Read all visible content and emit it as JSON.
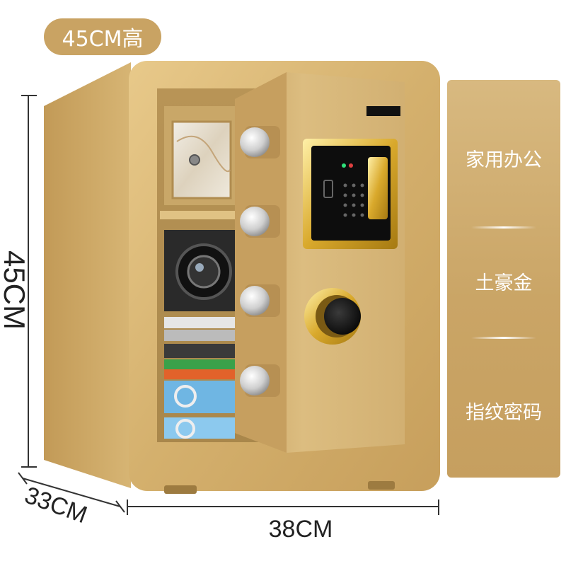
{
  "badge": {
    "label": "45CM高"
  },
  "features": [
    {
      "label": "家用办公"
    },
    {
      "label": "土豪金"
    },
    {
      "label": "指纹密码"
    }
  ],
  "dimensions": {
    "height": "45CM",
    "width": "38CM",
    "depth": "33CM"
  },
  "colors": {
    "gold": "#c9a363",
    "panel": "#caa566",
    "text": "#ffffff"
  }
}
